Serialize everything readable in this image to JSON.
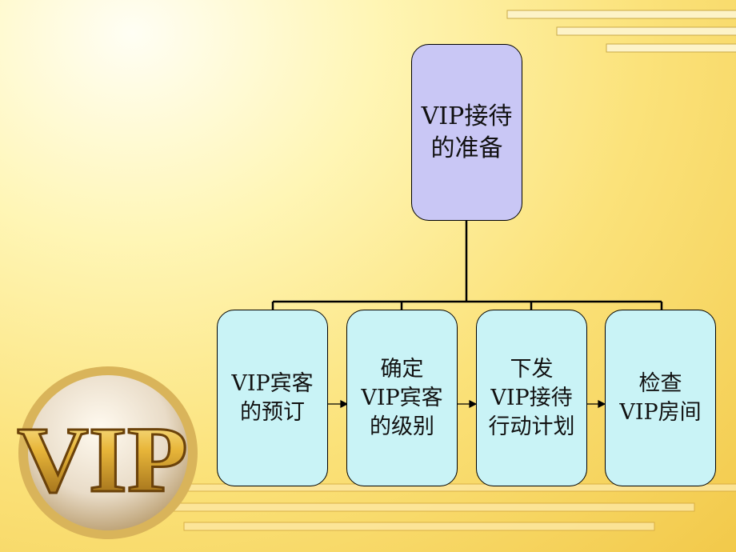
{
  "logo": {
    "text": "VIP"
  },
  "diagram": {
    "root": {
      "label": "VIP接待\n的准备"
    },
    "children": [
      {
        "label": "VIP宾客\n的预订"
      },
      {
        "label": "确定\nVIP宾客\n的级别"
      },
      {
        "label": "下发\nVIP接待\n行动计划"
      },
      {
        "label": "检查\nVIP房间"
      }
    ]
  }
}
